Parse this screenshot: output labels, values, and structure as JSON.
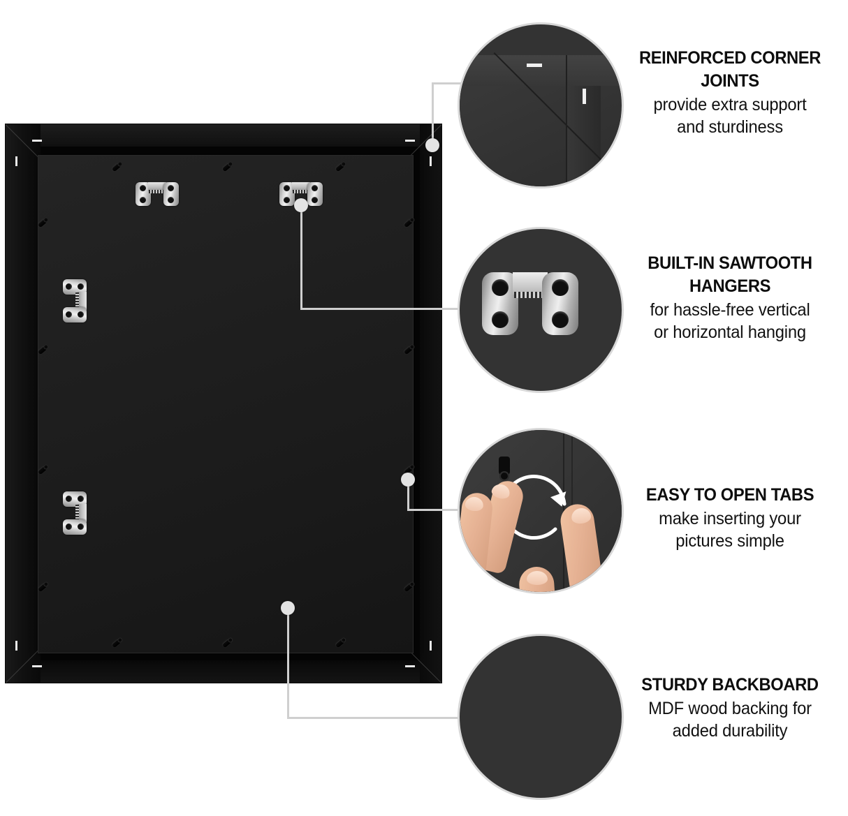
{
  "page": {
    "title": "Picture Frame Back Feature Infographic",
    "background_color": "#ffffff",
    "accent_line_color": "#cfcfcf",
    "bubble_fill_color": "#333333",
    "bubble_border_color": "#d8d8d8",
    "heading_color": "#0d0d0d",
    "body_color": "#111111"
  },
  "product": {
    "name": "picture-frame-back",
    "frame_color": "#050505",
    "backboard_color": "#1e1e1e",
    "hanger_count_horizontal": 2,
    "hanger_count_vertical": 2,
    "tab_count": 14
  },
  "callouts": [
    {
      "id": "reinforced-corner-joints",
      "heading": "REINFORCED CORNER JOINTS",
      "heading_line1": "REINFORCED CORNER",
      "heading_line2": "JOINTS",
      "body_line1": "provide extra support",
      "body_line2": "and sturdiness",
      "icon": "corner-joint-icon"
    },
    {
      "id": "built-in-sawtooth-hangers",
      "heading": "BUILT-IN SAWTOOTH HANGERS",
      "heading_line1": "BUILT-IN SAWTOOTH",
      "heading_line2": "HANGERS",
      "body_line1": "for hassle-free vertical",
      "body_line2": "or horizontal hanging",
      "icon": "sawtooth-hanger-icon"
    },
    {
      "id": "easy-to-open-tabs",
      "heading": "EASY TO OPEN TABS",
      "heading_line1": "EASY TO OPEN TABS",
      "heading_line2": "",
      "body_line1": "make inserting your",
      "body_line2": "pictures simple",
      "icon": "hand-rotating-tab-icon"
    },
    {
      "id": "sturdy-backboard",
      "heading": "STURDY BACKBOARD",
      "heading_line1": "STURDY BACKBOARD",
      "heading_line2": "",
      "body_line1": "MDF wood backing for",
      "body_line2": "added durability",
      "icon": "backboard-icon"
    }
  ]
}
